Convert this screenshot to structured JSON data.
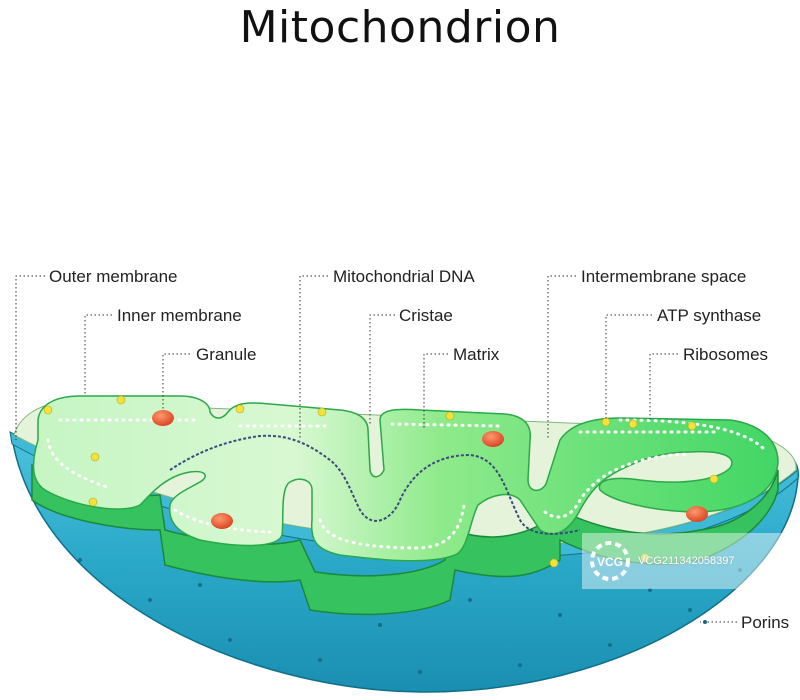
{
  "title": "Mitochondrion",
  "labels": {
    "outer_membrane": "Outer membrane",
    "inner_membrane": "Inner membrane",
    "granule": "Granule",
    "mitochondrial_dna": "Mitochondrial DNA",
    "cristae": "Cristae",
    "matrix": "Matrix",
    "intermembrane_space": "Intermembrane space",
    "atp_synthase": "ATP synthase",
    "ribosomes": "Ribosomes",
    "porins": "Porins"
  },
  "watermark": {
    "logo_text": "VCG",
    "id_text": "VCG211342058397"
  },
  "colors": {
    "outer_shell": "#2aa8c8",
    "intermembrane": "#e4f3da",
    "matrix_light": "#d4f7cf",
    "matrix_green": "#5fe07a",
    "inner_membrane_wall": "#36c25e",
    "granule": "#e8502c",
    "atp_synthase": "#f2e23a"
  }
}
